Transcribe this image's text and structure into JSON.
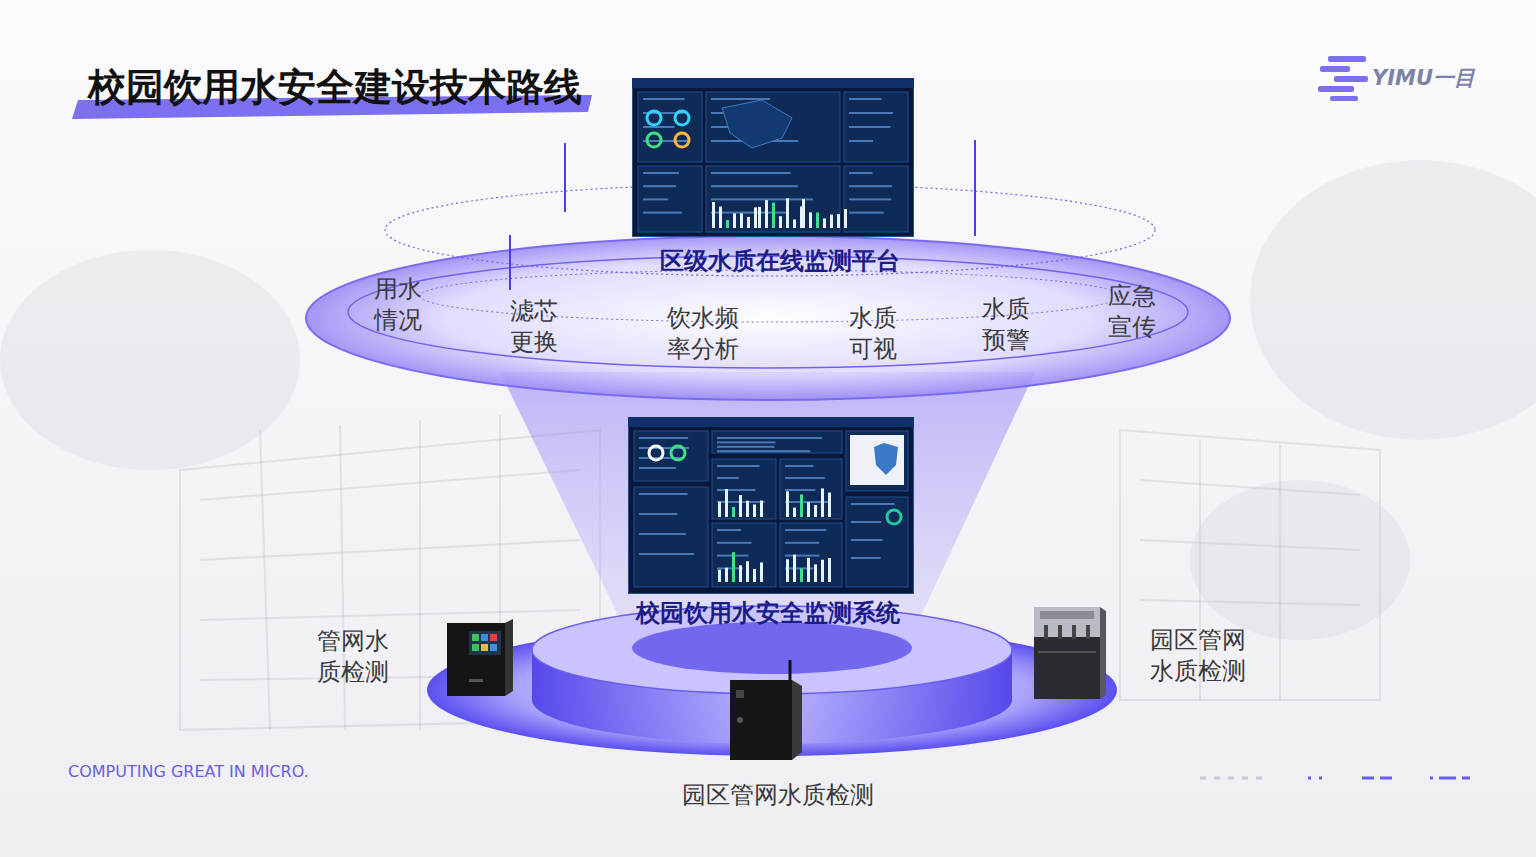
{
  "diagram": {
    "title": "校园饮用水安全建设技术路线",
    "nodes": [
      {
        "text": [
          "区级水质在线监测平台"
        ]
      },
      {
        "text": [
          "校园饮用水安全监测系统"
        ]
      },
      {
        "text": [
          "管网水质检测"
        ]
      },
      {
        "text": [
          "园区管网水质检测"
        ]
      },
      {
        "text": [
          "园区管网水质检测"
        ]
      }
    ],
    "labels": [
      "YIMU一目",
      "用水情况",
      "滤芯更换",
      "饮水频率分析",
      "水质可视",
      "水质预警",
      "应急宣传",
      "COMPUTING GREAT IN MICRO."
    ]
  }
}
